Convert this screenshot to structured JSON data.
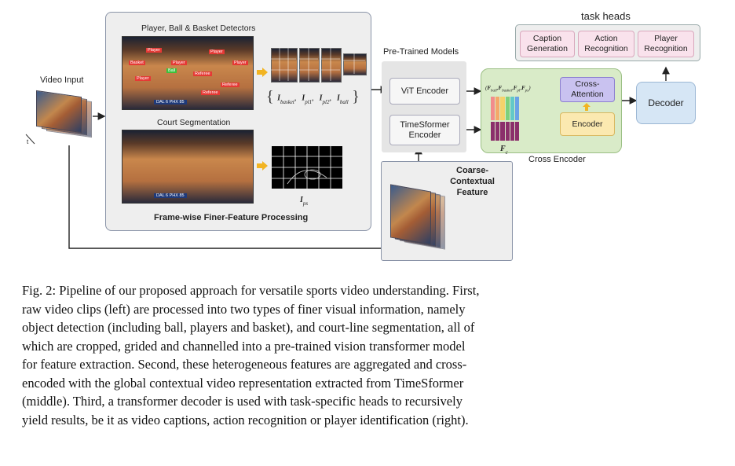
{
  "diagram": {
    "video_input": "Video Input",
    "time_axis": "t",
    "frame_panel": {
      "detectors_title": "Player, Ball & Basket Detectors",
      "court_title": "Court Segmentation",
      "bottom_title": "Frame-wise Finer-Feature Processing",
      "crop_features": [
        "I",
        "basket",
        "I",
        "pl1",
        "I",
        "pl2",
        "I",
        "ball"
      ],
      "court_feature": [
        "I",
        "ps"
      ],
      "detection_tags": [
        "Player",
        "Player",
        "Player",
        "Referee",
        "Referee",
        "Player",
        "Ball",
        "Basket",
        "Referee",
        "Player"
      ],
      "scoreboard": "DAL 6 PHX 85"
    },
    "pretrained_title": "Pre-Trained Models",
    "vit_encoder": "ViT Encoder",
    "timesformer_encoder": "TimeSformer Encoder",
    "coarse_feature": "Coarse-Contextual Feature",
    "cross_encoder": {
      "title": "Cross Encoder",
      "fine_feature": [
        "F",
        "ball",
        "F",
        "basket",
        "F",
        "pl",
        "F",
        "ps"
      ],
      "coarse_symbol": [
        "F",
        "c"
      ],
      "cross_attention": "Cross-Attention",
      "encoder": "Encoder"
    },
    "decoder": "Decoder",
    "task_heads": {
      "title": "task heads",
      "items": [
        "Caption Generation",
        "Action Recognition",
        "Player Recognition"
      ]
    },
    "colors": {
      "panel_bg": "#eeeeee",
      "cross_bg": "#d9ebc8",
      "decoder_bg": "#d6e6f5",
      "attention_bg": "#c9c2f0",
      "encoder_bg": "#fbe9b0",
      "head_bg": "#f9e2ec",
      "arrow_orange": "#f2b422"
    }
  },
  "caption": {
    "lines": [
      "Fig. 2: Pipeline of our proposed approach for versatile sports video understanding. First,",
      "raw video clips (left) are processed into two types of finer visual information, namely",
      "object detection (including ball, players and basket), and court-line segmentation, all of",
      "which are cropped, grided and channelled into a pre-trained vision transformer model",
      "for feature extraction. Second, these heterogeneous features are aggregated and cross-",
      "encoded with the global contextual video representation extracted from TimeSformer",
      "(middle). Third, a transformer decoder is used with task-specific heads to recursively",
      "yield results, be it as video captions, action recognition or player identification (right)."
    ]
  }
}
